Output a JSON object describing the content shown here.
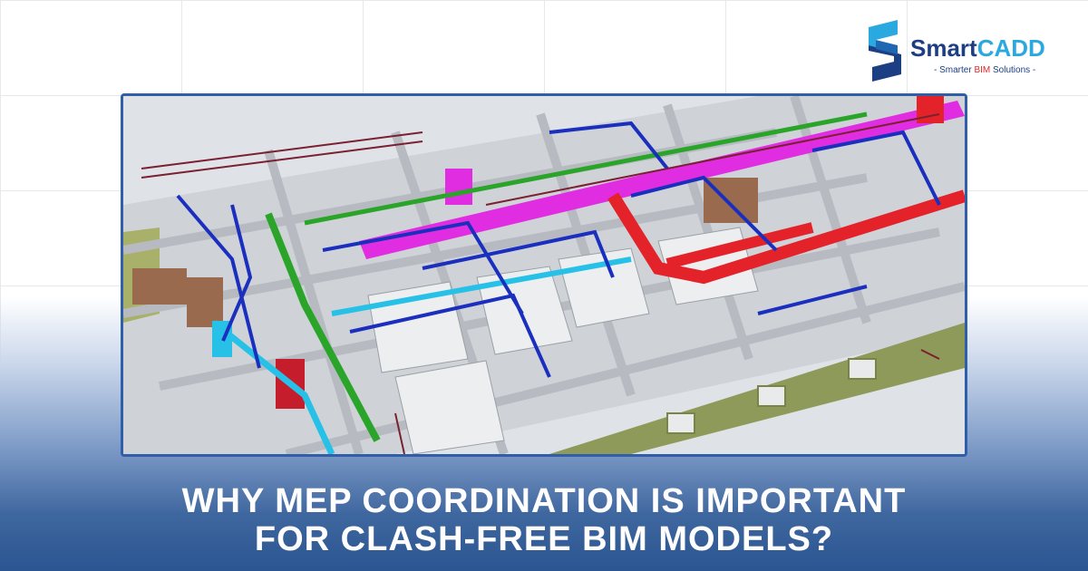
{
  "logo": {
    "name_part1": "Smart",
    "name_part2": "CADD",
    "tagline_pre": "- Smarter ",
    "tagline_bim": "BIM",
    "tagline_post": " Solutions -"
  },
  "image": {
    "icon": "bim-mep-model-render"
  },
  "headline": {
    "line1": "WHY MEP COORDINATION IS IMPORTANT",
    "line2": "FOR CLASH-FREE BIM MODELS?"
  },
  "colors": {
    "brand_blue": "#1c3f84",
    "brand_light_blue": "#2aa9e0",
    "brand_red": "#e2272b",
    "frame_border": "#2f5fa8",
    "headline_text": "#ffffff"
  }
}
